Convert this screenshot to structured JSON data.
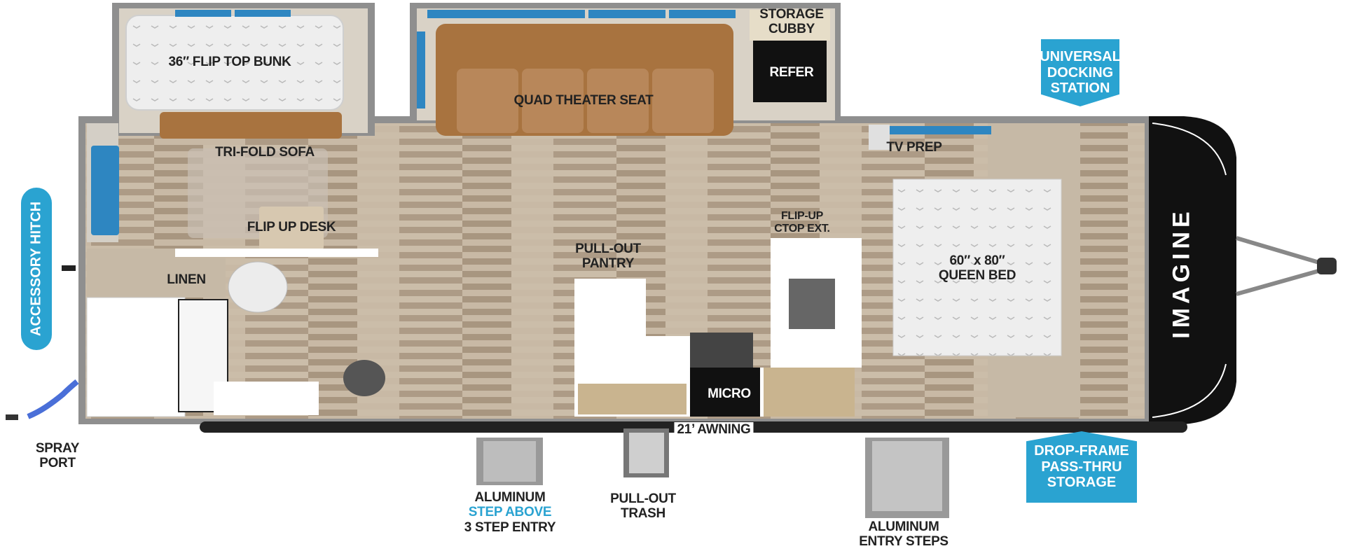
{
  "brand": "IMAGINE",
  "colors": {
    "accent": "#2aa3d1",
    "floor": "#b9a893",
    "wall": "#8f8f8f",
    "sofa": "#a8733f",
    "window": "#2e86c1"
  },
  "labels": {
    "flip_top_bunk": "36″ FLIP TOP BUNK",
    "quad_theater_seat": "QUAD THEATER SEAT",
    "storage_cubby": [
      "STORAGE",
      "CUBBY"
    ],
    "refer": "REFER",
    "tri_fold_sofa": "TRI-FOLD SOFA",
    "tv_prep": "TV PREP",
    "flip_up_desk": "FLIP UP DESK",
    "linen": "LINEN",
    "pull_out_pantry": [
      "PULL-OUT",
      "PANTRY"
    ],
    "flip_up_ctop": [
      "FLIP-UP",
      "CTOP EXT."
    ],
    "queen_bed": [
      "60″ x 80″",
      "QUEEN BED"
    ],
    "micro": "MICRO",
    "awning": "21’ AWNING",
    "spray_port": [
      "SPRAY",
      "PORT"
    ],
    "aluminum_step": [
      "ALUMINUM",
      "STEP ABOVE",
      "3 STEP ENTRY"
    ],
    "pull_out_trash": [
      "PULL-OUT",
      "TRASH"
    ],
    "aluminum_entry_steps": [
      "ALUMINUM",
      "ENTRY STEPS"
    ]
  },
  "callouts": {
    "accessory_hitch": "ACCESSORY HITCH",
    "universal_docking": [
      "UNIVERSAL",
      "DOCKING",
      "STATION"
    ],
    "drop_frame": [
      "DROP-FRAME",
      "PASS-THRU",
      "STORAGE"
    ]
  }
}
